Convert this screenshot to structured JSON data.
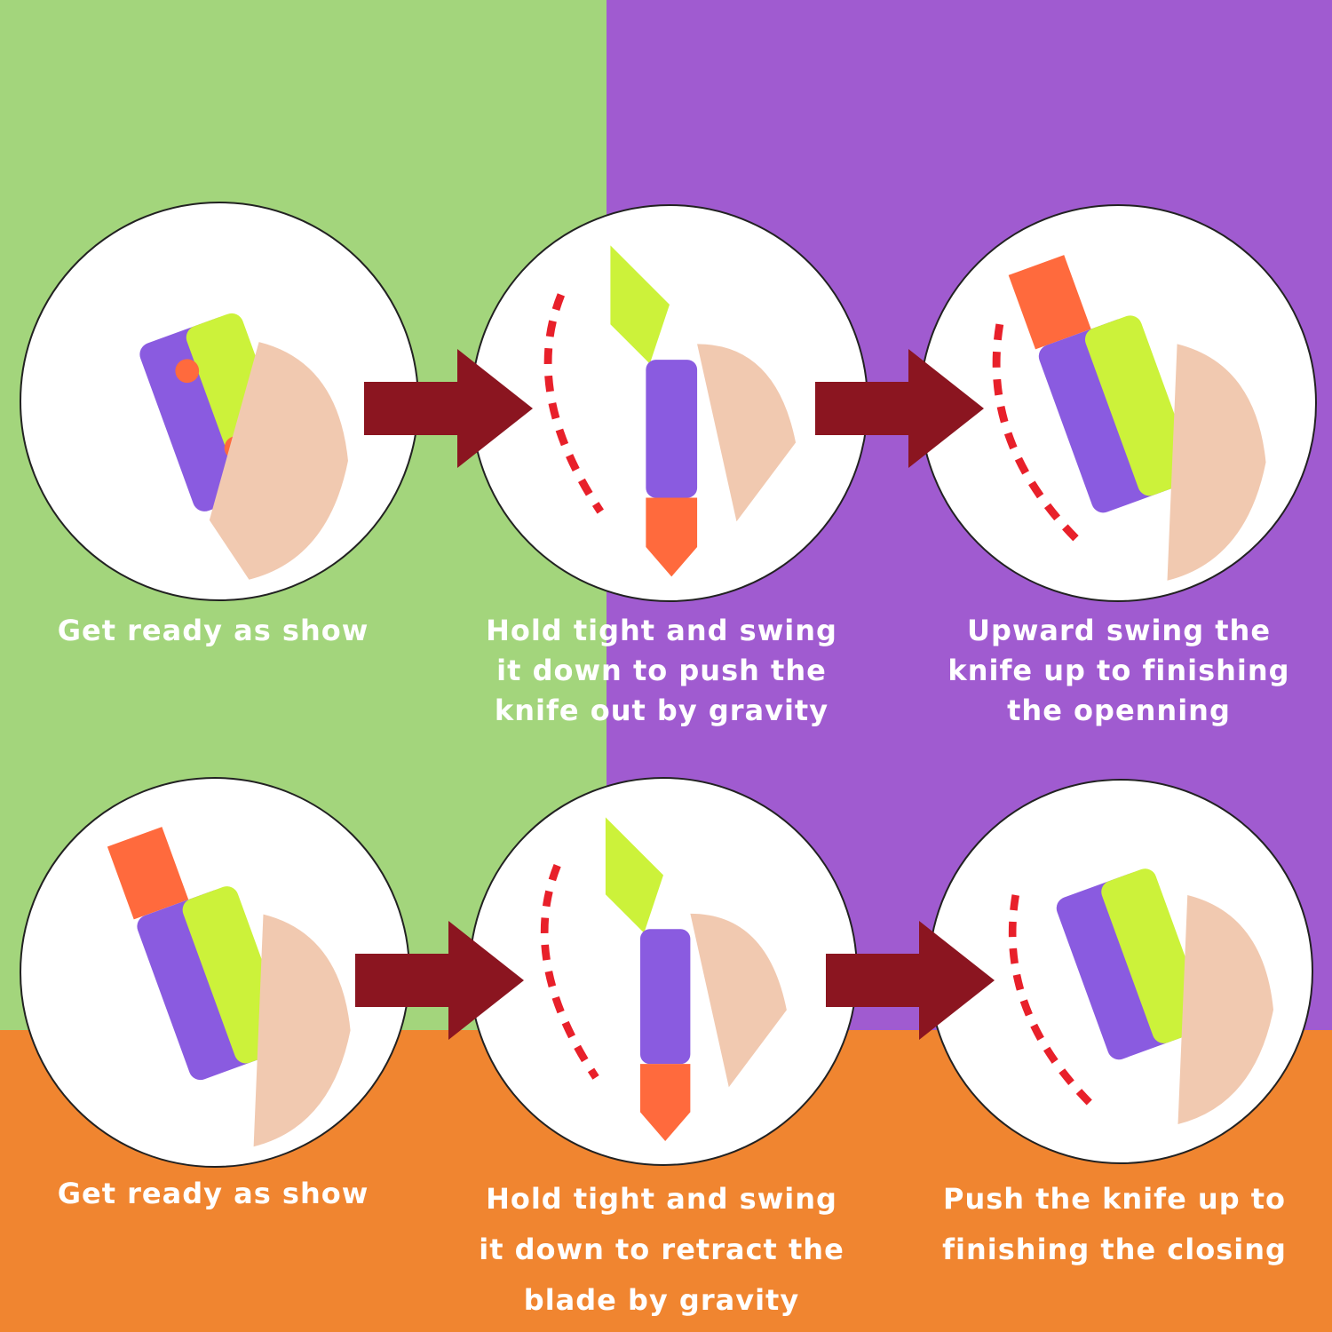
{
  "colors": {
    "green": "#A3D57C",
    "purple": "#A05BD0",
    "orange": "#F08530",
    "arrow": "#8B1520",
    "dash": "#E8202A"
  },
  "steps_open": [
    {
      "lines": [
        "Get ready as show"
      ]
    },
    {
      "lines": [
        "Hold tight and swing",
        "it down to push the",
        "knife out by gravity"
      ]
    },
    {
      "lines": [
        "Upward swing the",
        "knife up to finishing",
        "the openning"
      ]
    }
  ],
  "steps_close": [
    {
      "lines": [
        "Get ready as show"
      ]
    },
    {
      "lines": [
        "Hold tight and swing",
        "it down to retract the",
        "blade by gravity"
      ]
    },
    {
      "lines": [
        "Push the knife up to",
        "finishing the closing"
      ]
    }
  ]
}
